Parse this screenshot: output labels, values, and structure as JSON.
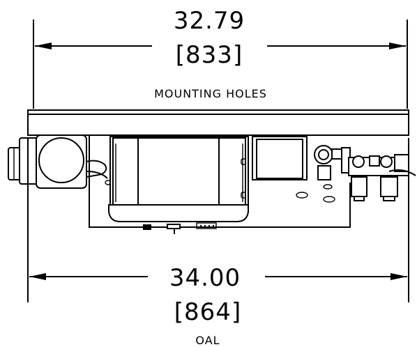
{
  "top_dimension": {
    "value_in": "32.79",
    "value_mm": "[833]",
    "label": "MOUNTING HOLES"
  },
  "bottom_dimension": {
    "value_in": "34.00",
    "value_mm": "[864]",
    "label": "OAL"
  }
}
